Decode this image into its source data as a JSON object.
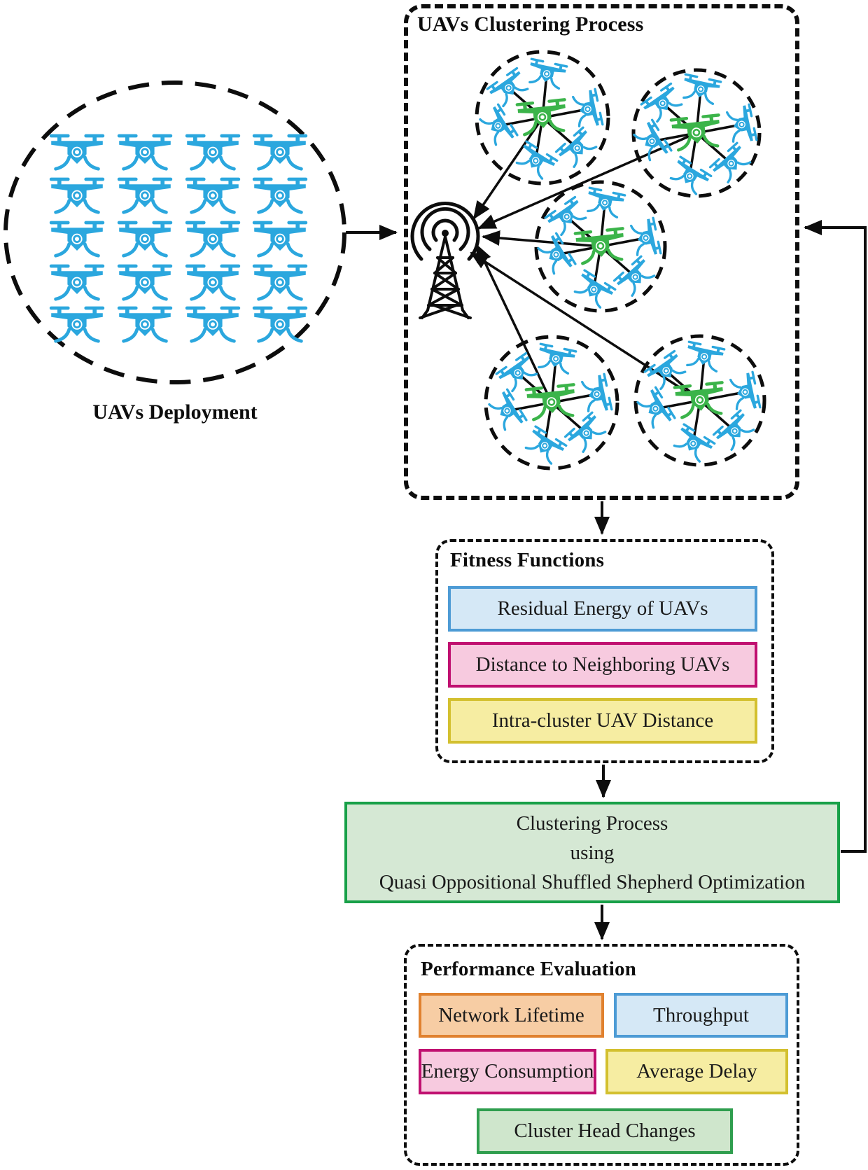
{
  "figure": {
    "deployment": {
      "label": "UAVs Deployment",
      "uav_count": 20,
      "grid_cols": 4,
      "grid_rows": 5,
      "uav_color": "#2BA7DE"
    },
    "clustering": {
      "title": "UAVs Clustering Process",
      "cluster_count": 5,
      "members_per_cluster": 6,
      "cluster_head_color": "#3BB44A",
      "member_color": "#2BA7DE",
      "base_station_icon": "radio-tower-icon"
    },
    "fitness": {
      "title": "Fitness Functions",
      "items": [
        {
          "label": "Residual Energy of UAVs",
          "fill": "#D5E8F6",
          "border": "#4D9BD5"
        },
        {
          "label": "Distance to Neighboring UAVs",
          "fill": "#F7CADF",
          "border": "#C01070"
        },
        {
          "label": "Intra-cluster UAV Distance",
          "fill": "#F6EDA2",
          "border": "#D3C02F"
        }
      ]
    },
    "process": {
      "line1": "Clustering Process",
      "line2": "using",
      "line3": "Quasi Oppositional Shuffled Shepherd Optimization",
      "fill": "#D5E8D4",
      "border": "#18A048"
    },
    "evaluation": {
      "title": "Performance Evaluation",
      "items": [
        {
          "label": "Network Lifetime",
          "fill": "#F7CDA4",
          "border": "#E0812F"
        },
        {
          "label": "Throughput",
          "fill": "#D5E8F6",
          "border": "#4D9BD5"
        },
        {
          "label": "Energy Consumption",
          "fill": "#F7CADF",
          "border": "#C01070"
        },
        {
          "label": "Average Delay",
          "fill": "#F6EDA2",
          "border": "#D3C02F"
        },
        {
          "label": "Cluster Head Changes",
          "fill": "#CFE6CC",
          "border": "#2F9E4E"
        }
      ]
    }
  }
}
